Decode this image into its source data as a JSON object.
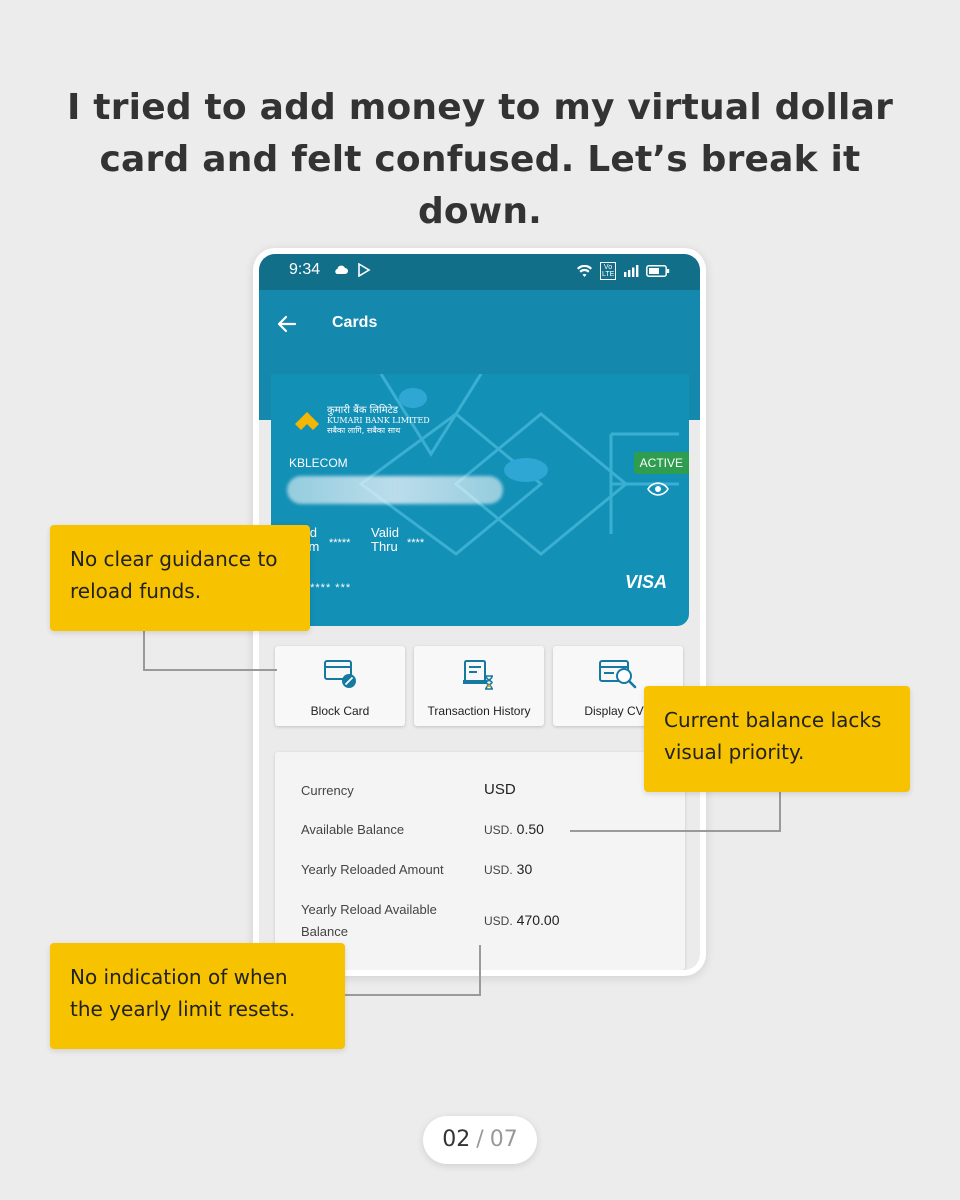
{
  "headline": {
    "line1": "I tried to add money to my virtual dollar",
    "line2": "card and felt confused. Let’s break it down."
  },
  "statusbar": {
    "time": "9:34",
    "volte": "Vo LTE"
  },
  "appbar": {
    "title": "Cards"
  },
  "card": {
    "bank_name_np": "कुमारी बैंक लिमिटेड",
    "bank_name_en": "KUMARI BANK LIMITED",
    "bank_tagline": "सबैका लागि, सबैका साथ",
    "card_name": "KBLECOM",
    "status": "ACTIVE",
    "valid_from_label": "Valid From",
    "valid_from_mask": "*****",
    "valid_thru_label": "Valid Thru",
    "valid_thru_mask": "****",
    "number_mask": "******** ***",
    "network": "VISA"
  },
  "actions": [
    {
      "label": "Block Card"
    },
    {
      "label": "Transaction History"
    },
    {
      "label": "Display CVV"
    }
  ],
  "details": {
    "currency_label": "Currency",
    "currency_value": "USD",
    "available_label": "Available Balance",
    "available_currency": "USD.",
    "available_value": "0.50",
    "yearly_reloaded_label": "Yearly Reloaded Amount",
    "yearly_reloaded_currency": "USD.",
    "yearly_reloaded_value": "30",
    "yearly_available_label": "Yearly Reload Available Balance",
    "yearly_available_currency": "USD.",
    "yearly_available_value": "470.00"
  },
  "callouts": {
    "reload": "No clear guidance to reload funds.",
    "balance": "Current balance lacks visual priority.",
    "limit": "No indication of when the yearly limit resets."
  },
  "pager": {
    "current": "02",
    "separator": "/",
    "total": "07"
  },
  "colors": {
    "background": "#ececec",
    "callout": "#f7c200",
    "appbar": "#1488ad",
    "statusbar": "#116f8a",
    "active_badge": "#2e9d4f"
  }
}
